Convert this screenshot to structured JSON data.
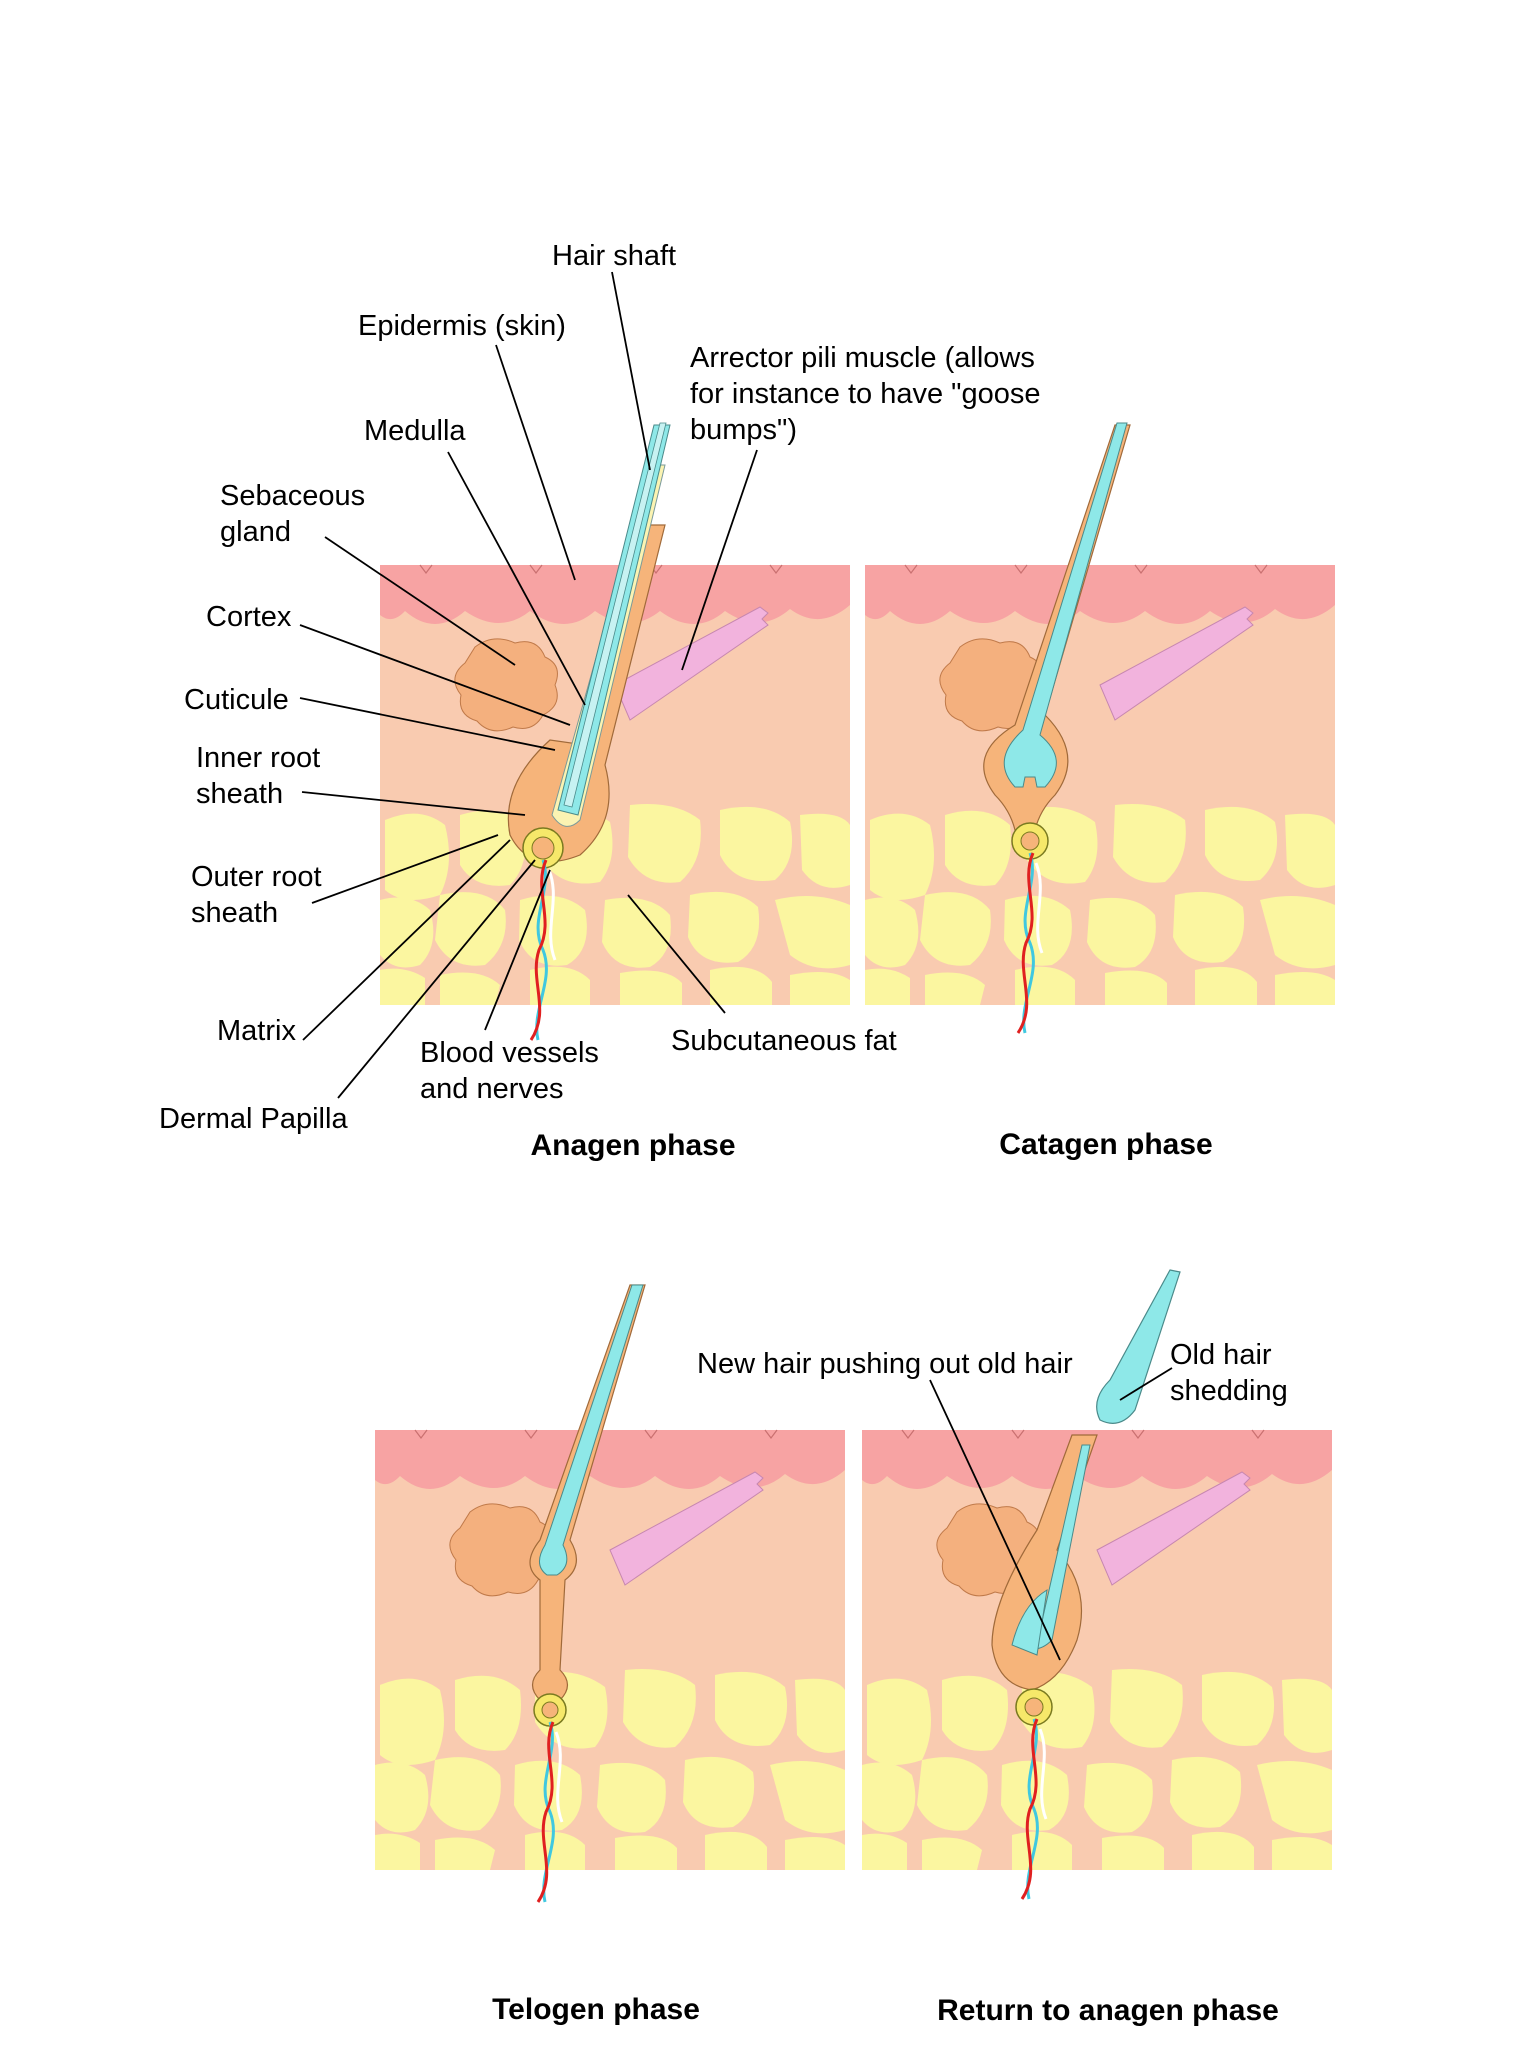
{
  "colors": {
    "epidermis": "#f7a3a3",
    "dermis": "#f9cbb0",
    "fat_lobule": "#fbf6a0",
    "hair": "#8ee8e8",
    "sheath": "#f6b47a",
    "muscle": "#f2b3dd",
    "gland": "#f4b07e",
    "inner_root_sheath": "#fbf3b2",
    "papilla": "#f6e86a",
    "vessel_red": "#e02020",
    "vessel_blue": "#40c8e0"
  },
  "labels": {
    "hair_shaft": "Hair shaft",
    "epidermis": "Epidermis (skin)",
    "arrector": [
      "Arrector pili muscle (allows",
      "for instance to have \"goose",
      "bumps\")"
    ],
    "medulla": "Medulla",
    "sebaceous": [
      "Sebaceous",
      "gland"
    ],
    "cortex": "Cortex",
    "cuticule": "Cuticule",
    "inner_root": [
      "Inner root",
      "sheath"
    ],
    "outer_root": [
      "Outer root",
      "sheath"
    ],
    "matrix": "Matrix",
    "dermal_papilla": "Dermal Papilla",
    "blood_vessels": [
      "Blood vessels",
      "and nerves"
    ],
    "subcutaneous": "Subcutaneous fat",
    "new_hair": "New hair pushing out old hair",
    "old_hair": [
      "Old hair",
      "shedding"
    ]
  },
  "phases": {
    "anagen": "Anagen phase",
    "catagen": "Catagen phase",
    "telogen": "Telogen phase",
    "return": "Return to anagen phase"
  }
}
